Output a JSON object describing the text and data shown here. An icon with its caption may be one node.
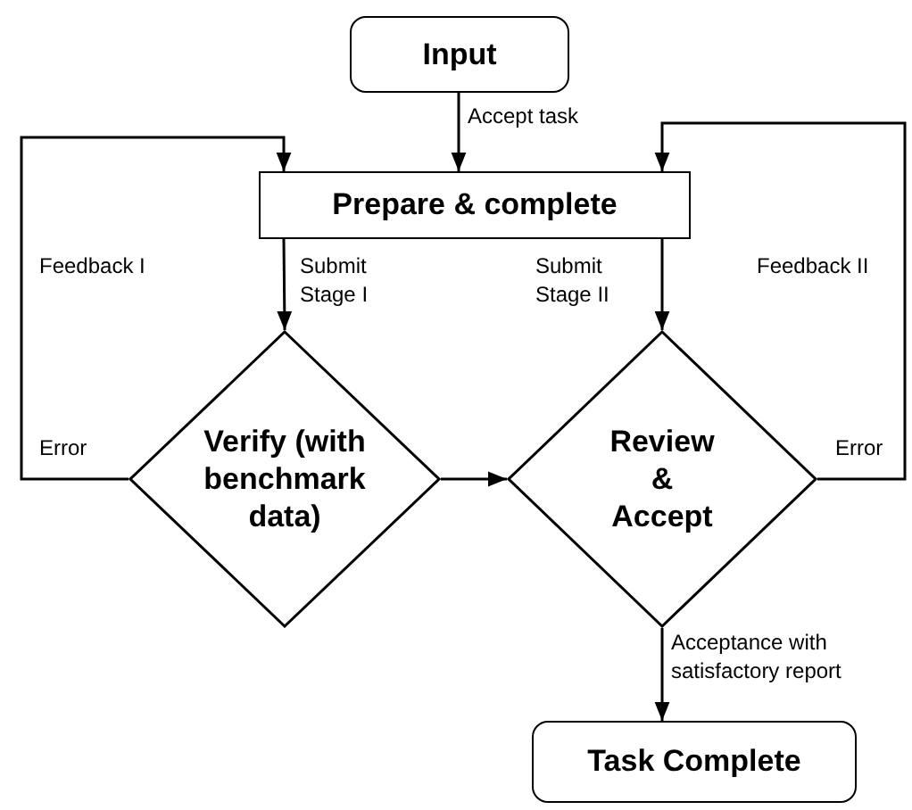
{
  "diagram": {
    "nodes": [
      {
        "text": [
          "Input"
        ]
      },
      {
        "text": [
          "Prepare & complete"
        ]
      },
      {
        "text": [
          "Verify (with benchmark data)"
        ]
      },
      {
        "text": [
          "Review & Accept"
        ]
      },
      {
        "text": [
          "Task Complete"
        ]
      }
    ],
    "edges": [
      {
        "from": 0,
        "to": 1,
        "arrow": "to",
        "label": "Accept task"
      },
      {
        "from": 1,
        "to": 2,
        "arrow": "to",
        "label": "Submit Stage I"
      },
      {
        "from": 1,
        "to": 3,
        "arrow": "to",
        "label": "Submit Stage II"
      },
      {
        "from": 2,
        "to": 3,
        "arrow": "to"
      },
      {
        "from": 2,
        "to": 1,
        "arrow": "to",
        "label": "Error"
      },
      {
        "from": 3,
        "to": 1,
        "arrow": "to",
        "label": "Error"
      },
      {
        "from": 3,
        "to": 4,
        "arrow": "to",
        "label": "Acceptance with satisfactory report"
      }
    ],
    "labels": [
      "Feedback I",
      "Feedback II"
    ]
  }
}
